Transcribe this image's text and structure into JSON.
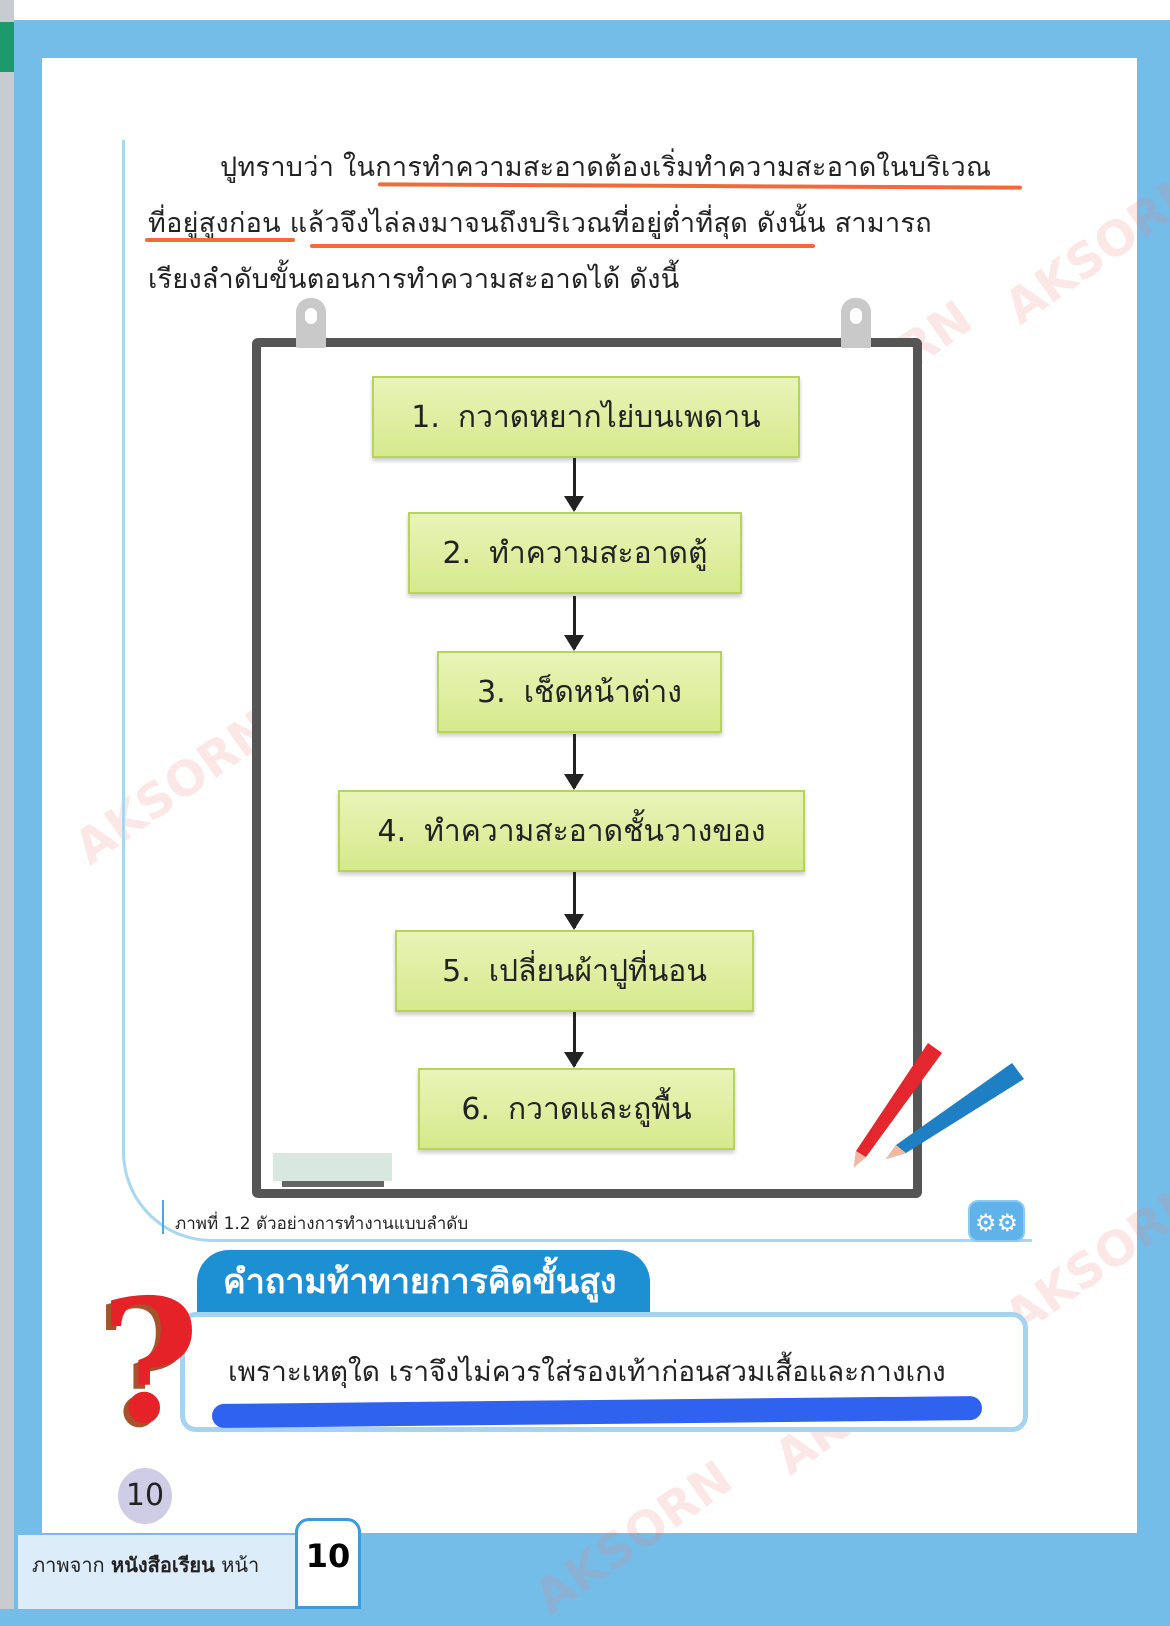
{
  "intro": {
    "line1": "ปูทราบว่า ในการทำความสะอาดต้องเริ่มทำความสะอาดในบริเวณ",
    "line2": "ที่อยู่สูงก่อน  แล้วจึงไล่ลงมาจนถึงบริเวณที่อยู่ต่ำที่สุด  ดังนั้น  สามารถ",
    "line3": "เรียงลำดับขั้นตอนการทำความสะอาดได้ ดังนี้"
  },
  "steps": [
    {
      "num": "1.",
      "text": "กวาดหยากไย่บนเพดาน"
    },
    {
      "num": "2.",
      "text": "ทำความสะอาดตู้"
    },
    {
      "num": "3.",
      "text": "เช็ดหน้าต่าง"
    },
    {
      "num": "4.",
      "text": "ทำความสะอาดชั้นวางของ"
    },
    {
      "num": "5.",
      "text": "เปลี่ยนผ้าปูที่นอน"
    },
    {
      "num": "6.",
      "text": "กวาดและถูพื้น"
    }
  ],
  "caption": "ภาพที่ 1.2 ตัวอย่างการทำงานแบบลำดับ",
  "challenge": {
    "title": "คำถามท้าทายการคิดขั้นสูง",
    "question": "เพราะเหตุใด เราจึงไม่ควรใส่รองเท้าก่อนสวมเสื้อและกางเกง"
  },
  "page_number": "10",
  "footer": {
    "prefix": "ภาพจาก",
    "book": "หนังสือเรียน",
    "suffix": "หน้า",
    "page": "10"
  },
  "watermark": "AKSORN",
  "colors": {
    "frame": "#74bde8",
    "underline": "#f26a3a",
    "scribble": "#2e62ef",
    "header": "#1d8fd3"
  }
}
